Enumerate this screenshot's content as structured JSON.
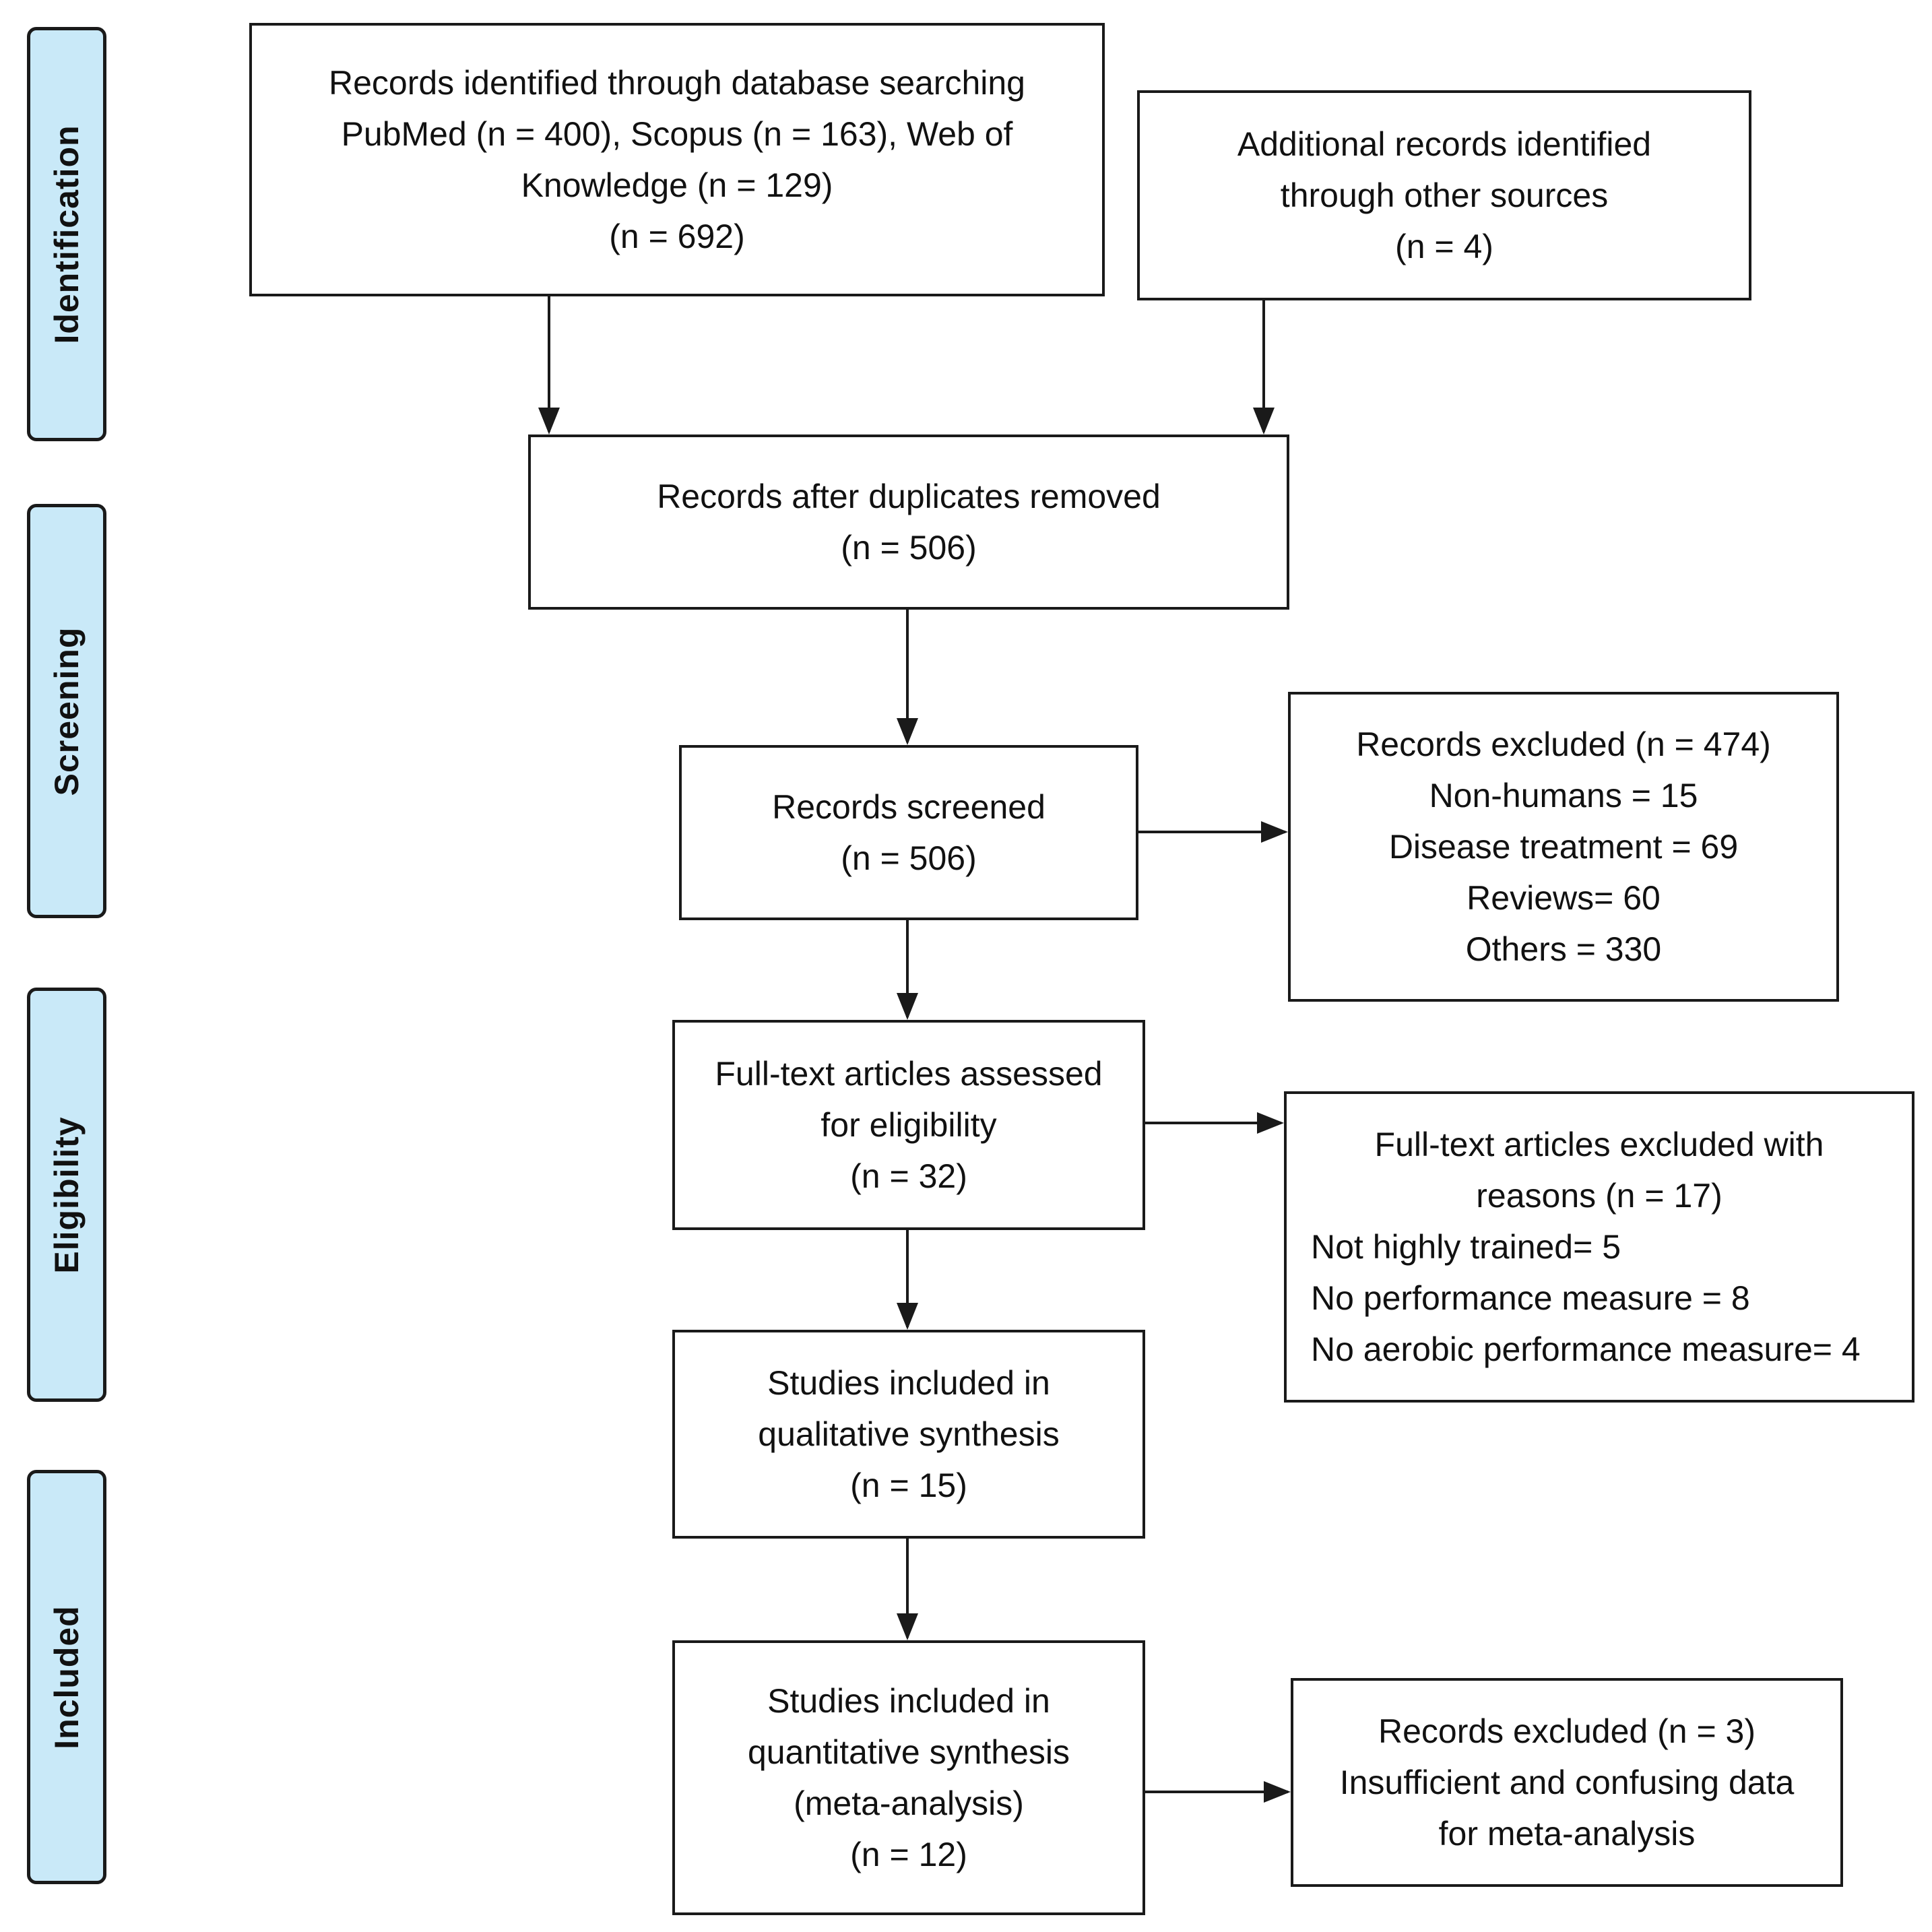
{
  "phases": {
    "identification": "Identification",
    "screening": "Screening",
    "eligibility": "Eligibility",
    "included": "Included"
  },
  "boxes": {
    "database_search": {
      "lines": [
        "Records identified through database searching",
        "PubMed (n = 400), Scopus (n = 163), Web of",
        "Knowledge (n = 129)",
        "(n = 692)"
      ]
    },
    "other_sources": {
      "lines": [
        "Additional records identified",
        "through other sources",
        "(n = 4)"
      ]
    },
    "duplicates_removed": {
      "lines": [
        "Records after duplicates removed",
        "(n = 506)"
      ]
    },
    "screened": {
      "lines": [
        "Records screened",
        "(n = 506)"
      ]
    },
    "excluded_screening": {
      "lines": [
        "Records excluded (n = 474)",
        "Non-humans = 15",
        "Disease treatment = 69",
        "Reviews= 60",
        "Others = 330"
      ]
    },
    "full_text_assessed": {
      "lines": [
        "Full-text articles assessed",
        "for eligibility",
        "(n = 32)"
      ]
    },
    "full_text_excluded": {
      "lines": [
        "Full-text articles excluded with",
        "reasons (n = 17)",
        "Not highly trained= 5",
        "No performance measure = 8",
        "No aerobic performance measure= 4"
      ]
    },
    "qualitative": {
      "lines": [
        "Studies included in",
        "qualitative synthesis",
        "(n = 15)"
      ]
    },
    "quantitative": {
      "lines": [
        "Studies included in",
        "quantitative synthesis",
        "(meta-analysis)",
        "(n = 12)"
      ]
    },
    "excluded_meta": {
      "lines": [
        "Records excluded (n = 3)",
        "Insufficient and confusing data",
        "for meta-analysis"
      ]
    }
  },
  "colors": {
    "phase_fill": "#c9e9f8",
    "stroke": "#1a1a1a"
  }
}
